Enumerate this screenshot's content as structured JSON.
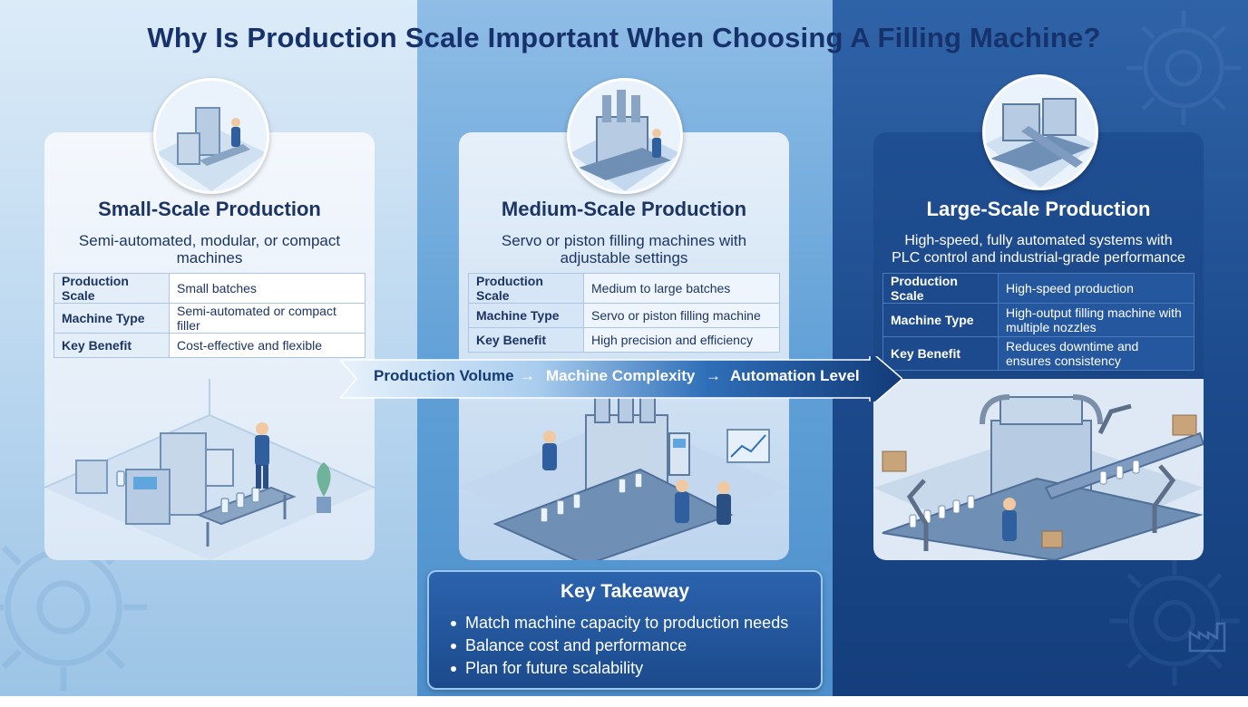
{
  "title": "Why Is Production Scale Important When Choosing A Filling Machine?",
  "colors": {
    "title": "#17326b",
    "card_text": "#1d3563",
    "accent_dark": "#1c4a8c",
    "accent_light": "#9cc7ee"
  },
  "cards": [
    {
      "title": "Small-Scale Production",
      "description": "Semi-automated, modular, or compact machines",
      "rows": [
        {
          "key": "Production Scale",
          "value": "Small batches"
        },
        {
          "key": "Machine Type",
          "value": "Semi-automated or compact filler"
        },
        {
          "key": "Key Benefit",
          "value": "Cost-effective and flexible"
        }
      ]
    },
    {
      "title": "Medium-Scale Production",
      "description": "Servo or piston filling machines with adjustable settings",
      "rows": [
        {
          "key": "Production Scale",
          "value": "Medium to large batches"
        },
        {
          "key": "Machine Type",
          "value": "Servo or piston filling machine"
        },
        {
          "key": "Key Benefit",
          "value": "High precision and efficiency"
        }
      ]
    },
    {
      "title": "Large-Scale Production",
      "description": "High-speed, fully automated systems with PLC control and industrial-grade performance",
      "rows": [
        {
          "key": "Production Scale",
          "value": "High-speed production"
        },
        {
          "key": "Machine Type",
          "value": "High-output filling machine with multiple nozzles"
        },
        {
          "key": "Key Benefit",
          "value": "Reduces downtime and ensures consistency"
        }
      ]
    }
  ],
  "flow": {
    "steps": [
      "Production Volume",
      "Machine Complexity",
      "Automation Level"
    ]
  },
  "takeaway": {
    "title": "Key Takeaway",
    "points": [
      "Match machine capacity to production needs",
      "Balance cost and performance",
      "Plan for future scalability"
    ]
  },
  "icons": [
    "gear-icon",
    "factory-icon",
    "filling-machine-icon",
    "conveyor-icon",
    "worker-icon",
    "robot-arm-icon",
    "chart-icon",
    "plant-icon",
    "box-icon"
  ]
}
